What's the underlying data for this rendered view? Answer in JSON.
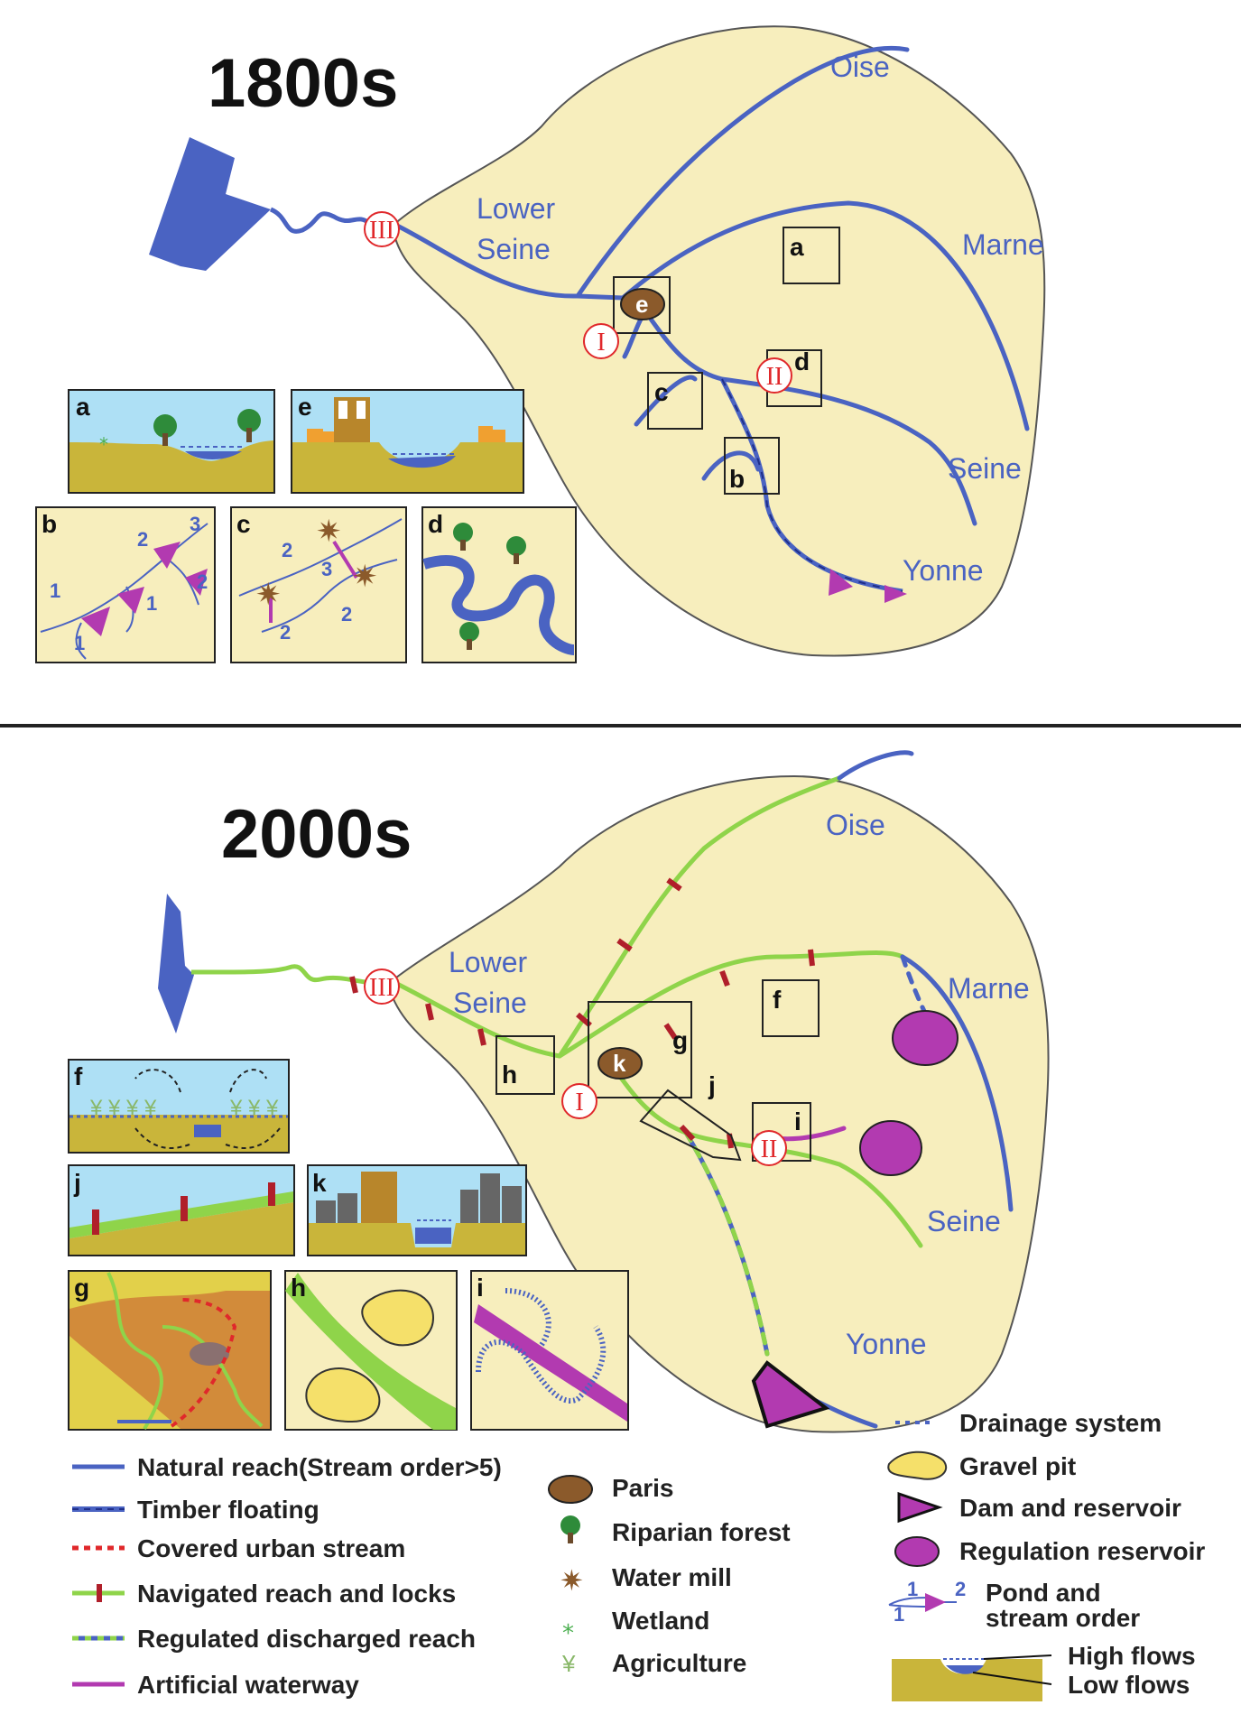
{
  "eras": {
    "top": "1800s",
    "bottom": "2000s"
  },
  "rivers_1800": {
    "oise": "Oise",
    "marne": "Marne",
    "seine": "Seine",
    "yonne": "Yonne",
    "lower1": "Lower",
    "lower2": "Seine"
  },
  "rivers_2000": {
    "oise": "Oise",
    "marne": "Marne",
    "seine": "Seine",
    "yonne": "Yonne",
    "lower1": "Lower",
    "lower2": "Seine"
  },
  "markers": {
    "one": "I",
    "two": "II",
    "three": "III"
  },
  "boxes_1800": {
    "a": "a",
    "b": "b",
    "c": "c",
    "d": "d",
    "e": "e"
  },
  "boxes_2000": {
    "f": "f",
    "g": "g",
    "h": "h",
    "i": "i",
    "j": "j",
    "k": "k"
  },
  "insets_1800": {
    "a": "a",
    "e": "e",
    "b": "b",
    "c": "c",
    "d": "d",
    "b_orders": [
      "1",
      "2",
      "3",
      "1",
      "2",
      "1"
    ],
    "c_orders": [
      "2",
      "3",
      "2",
      "2"
    ]
  },
  "insets_2000": {
    "f": "f",
    "j": "j",
    "k": "k",
    "g": "g",
    "h": "h",
    "i": "i"
  },
  "legend": {
    "natural": "Natural reach(Stream order>5)",
    "timber": "Timber floating",
    "covered": "Covered urban stream",
    "navigated": "Navigated reach and locks",
    "regulated": "Regulated discharged reach",
    "artificial": "Artificial waterway",
    "paris": "Paris",
    "forest": "Riparian forest",
    "mill": "Water mill",
    "wetland": "Wetland",
    "agriculture": "Agriculture",
    "drainage": "Drainage system",
    "gravel": "Gravel pit",
    "dam": "Dam and reservoir",
    "regulation": "Regulation reservoir",
    "pond1": "Pond and",
    "pond2": "stream order",
    "pond_orders": [
      "1",
      "1",
      "2"
    ],
    "high": "High flows",
    "low": "Low flows"
  },
  "colors": {
    "basin": "#f7eebd",
    "natural": "#4a63c2",
    "navigated": "#8fd44a",
    "lock": "#b01f2a",
    "artificial": "#b23ab0",
    "paris": "#8b5a2b",
    "soil": "#c9b53a",
    "sky": "#aee0f5"
  }
}
